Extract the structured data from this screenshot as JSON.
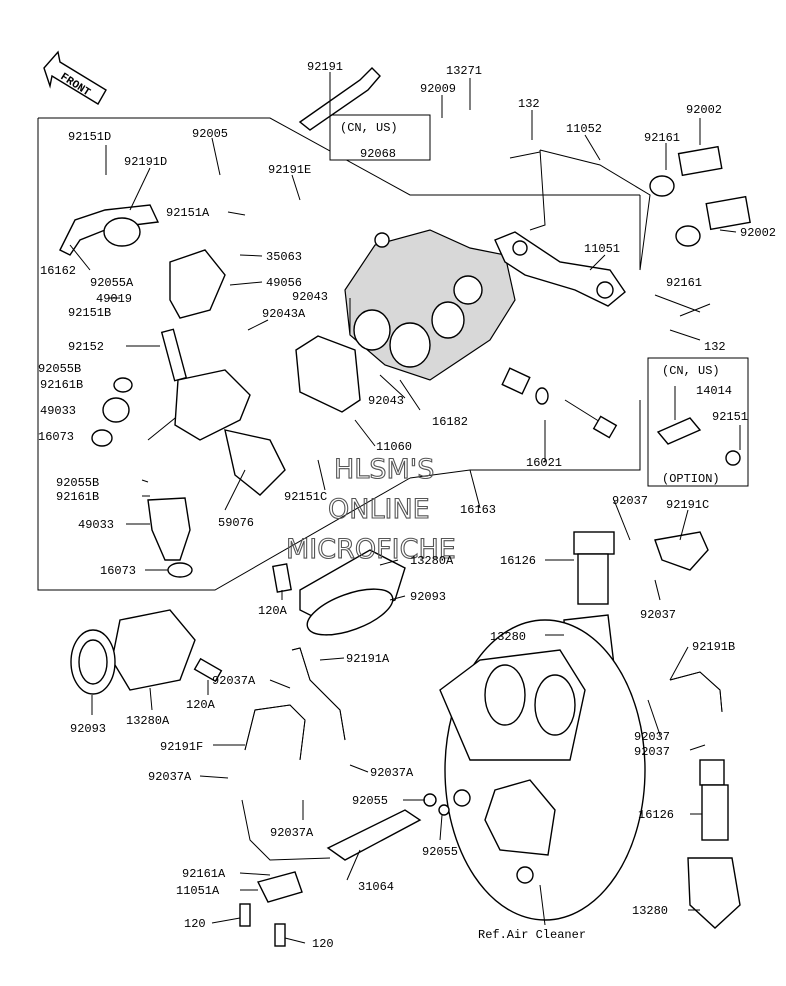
{
  "diagram": {
    "front_label": "FRONT",
    "watermark": [
      "HLSM'S",
      "ONLINE",
      "MICROFICHE"
    ],
    "callouts": {
      "cn_us_a": "(CN, US)",
      "cn_us_b": "(CN, US)",
      "option": "(OPTION)",
      "ref": "Ref.Air Cleaner"
    },
    "parts": [
      {
        "id": "p1",
        "label": "92191"
      },
      {
        "id": "p2",
        "label": "13271"
      },
      {
        "id": "p3",
        "label": "92009"
      },
      {
        "id": "p4",
        "label": "132"
      },
      {
        "id": "p5",
        "label": "92002"
      },
      {
        "id": "p6",
        "label": "11052"
      },
      {
        "id": "p7",
        "label": "92068"
      },
      {
        "id": "p8",
        "label": "92151D"
      },
      {
        "id": "p9",
        "label": "92005"
      },
      {
        "id": "p10",
        "label": "92191D"
      },
      {
        "id": "p11",
        "label": "92161"
      },
      {
        "id": "p12",
        "label": "92191E"
      },
      {
        "id": "p13",
        "label": "92151A"
      },
      {
        "id": "p14",
        "label": "35063"
      },
      {
        "id": "p15",
        "label": "92002"
      },
      {
        "id": "p16",
        "label": "11051"
      },
      {
        "id": "p17",
        "label": "16162"
      },
      {
        "id": "p18",
        "label": "92055A"
      },
      {
        "id": "p19",
        "label": "49056"
      },
      {
        "id": "p20",
        "label": "49019"
      },
      {
        "id": "p21",
        "label": "92043"
      },
      {
        "id": "p22",
        "label": "92161"
      },
      {
        "id": "p23",
        "label": "92151B"
      },
      {
        "id": "p24",
        "label": "92043A"
      },
      {
        "id": "p25",
        "label": "132"
      },
      {
        "id": "p26",
        "label": "92152"
      },
      {
        "id": "p27",
        "label": "92055B"
      },
      {
        "id": "p28",
        "label": "92161B"
      },
      {
        "id": "p29",
        "label": "14014"
      },
      {
        "id": "p30",
        "label": "92043"
      },
      {
        "id": "p31",
        "label": "49033"
      },
      {
        "id": "p32",
        "label": "16182"
      },
      {
        "id": "p33",
        "label": "92151"
      },
      {
        "id": "p34",
        "label": "16073"
      },
      {
        "id": "p35",
        "label": "11060"
      },
      {
        "id": "p36",
        "label": "16021"
      },
      {
        "id": "p37",
        "label": "92055B"
      },
      {
        "id": "p38",
        "label": "92161B"
      },
      {
        "id": "p39",
        "label": "92151C"
      },
      {
        "id": "p40",
        "label": "16163"
      },
      {
        "id": "p41",
        "label": "49033"
      },
      {
        "id": "p42",
        "label": "59076"
      },
      {
        "id": "p43",
        "label": "92037"
      },
      {
        "id": "p44",
        "label": "92191C"
      },
      {
        "id": "p45",
        "label": "16126"
      },
      {
        "id": "p46",
        "label": "16073"
      },
      {
        "id": "p47",
        "label": "13280A"
      },
      {
        "id": "p48",
        "label": "92093"
      },
      {
        "id": "p49",
        "label": "120A"
      },
      {
        "id": "p50",
        "label": "92037"
      },
      {
        "id": "p51",
        "label": "13280"
      },
      {
        "id": "p52",
        "label": "92191A"
      },
      {
        "id": "p53",
        "label": "92191B"
      },
      {
        "id": "p54",
        "label": "92037A"
      },
      {
        "id": "p55",
        "label": "120A"
      },
      {
        "id": "p56",
        "label": "92093"
      },
      {
        "id": "p57",
        "label": "13280A"
      },
      {
        "id": "p58",
        "label": "92191F"
      },
      {
        "id": "p59",
        "label": "92037"
      },
      {
        "id": "p60",
        "label": "92037"
      },
      {
        "id": "p61",
        "label": "92037A"
      },
      {
        "id": "p62",
        "label": "92037A"
      },
      {
        "id": "p63",
        "label": "92055"
      },
      {
        "id": "p64",
        "label": "16126"
      },
      {
        "id": "p65",
        "label": "92037A"
      },
      {
        "id": "p66",
        "label": "92055"
      },
      {
        "id": "p67",
        "label": "92161A"
      },
      {
        "id": "p68",
        "label": "11051A"
      },
      {
        "id": "p69",
        "label": "31064"
      },
      {
        "id": "p70",
        "label": "13280"
      },
      {
        "id": "p71",
        "label": "120"
      },
      {
        "id": "p72",
        "label": "120"
      }
    ]
  }
}
